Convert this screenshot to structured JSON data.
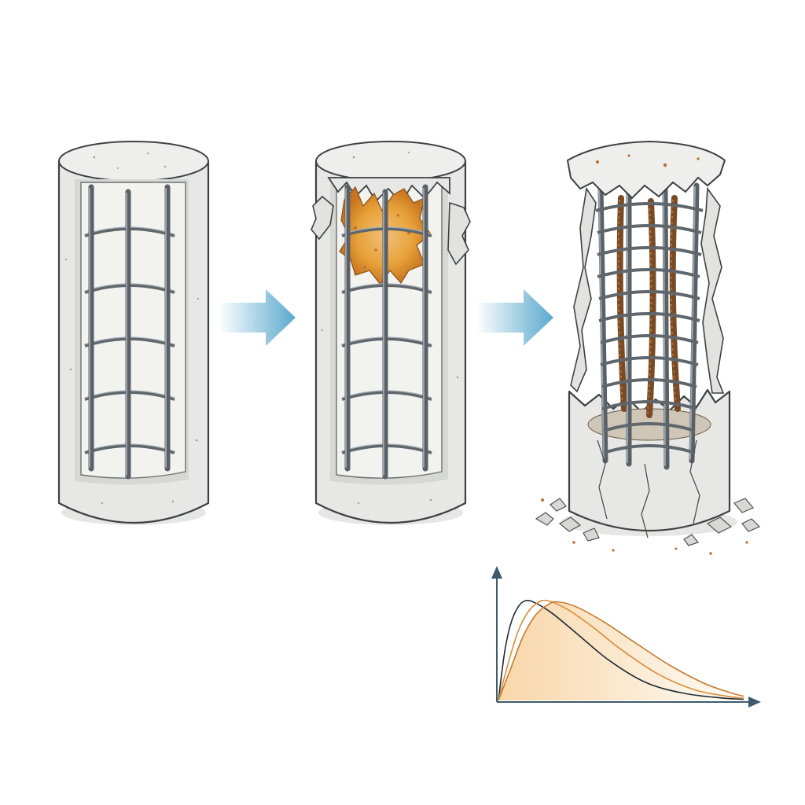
{
  "figure": {
    "stages": [
      {
        "name": "intact-column"
      },
      {
        "name": "spalling-column"
      },
      {
        "name": "failed-column"
      }
    ],
    "arrow_color": "#5aa9cd",
    "rust_color": "#a8642b",
    "spall_color": "#e8a23a",
    "concrete_color": "#e7e8e5",
    "rebar_color": "#596066"
  },
  "chart_data": {
    "type": "line",
    "title": "",
    "xlabel": "",
    "ylabel": "",
    "xlim": [
      0,
      10
    ],
    "ylim": [
      0,
      1
    ],
    "grid": false,
    "legend": "none",
    "series": [
      {
        "color": "#1f2a33",
        "values": [
          [
            0,
            0
          ],
          [
            0.25,
            0.45
          ],
          [
            0.5,
            0.72
          ],
          [
            0.8,
            0.88
          ],
          [
            1.1,
            0.94
          ],
          [
            1.5,
            0.92
          ],
          [
            2.2,
            0.82
          ],
          [
            3.2,
            0.63
          ],
          [
            4.5,
            0.38
          ],
          [
            6,
            0.17
          ],
          [
            7.5,
            0.07
          ],
          [
            9,
            0.025
          ],
          [
            10,
            0.01
          ]
        ]
      },
      {
        "color": "#d98d3a",
        "values": [
          [
            0,
            0
          ],
          [
            0.4,
            0.35
          ],
          [
            0.8,
            0.65
          ],
          [
            1.2,
            0.83
          ],
          [
            1.6,
            0.92
          ],
          [
            2.0,
            0.94
          ],
          [
            2.8,
            0.86
          ],
          [
            3.8,
            0.7
          ],
          [
            5,
            0.48
          ],
          [
            6.5,
            0.25
          ],
          [
            8,
            0.1
          ],
          [
            9.3,
            0.04
          ],
          [
            10,
            0.02
          ]
        ]
      },
      {
        "color": "#c47a2e",
        "values": [
          [
            0,
            0
          ],
          [
            0.5,
            0.3
          ],
          [
            1.0,
            0.6
          ],
          [
            1.5,
            0.8
          ],
          [
            2.0,
            0.9
          ],
          [
            2.4,
            0.93
          ],
          [
            3.2,
            0.88
          ],
          [
            4.3,
            0.74
          ],
          [
            5.6,
            0.54
          ],
          [
            7,
            0.33
          ],
          [
            8.4,
            0.16
          ],
          [
            9.5,
            0.07
          ],
          [
            10,
            0.04
          ]
        ]
      }
    ],
    "fill_color": "#f6c98c"
  }
}
